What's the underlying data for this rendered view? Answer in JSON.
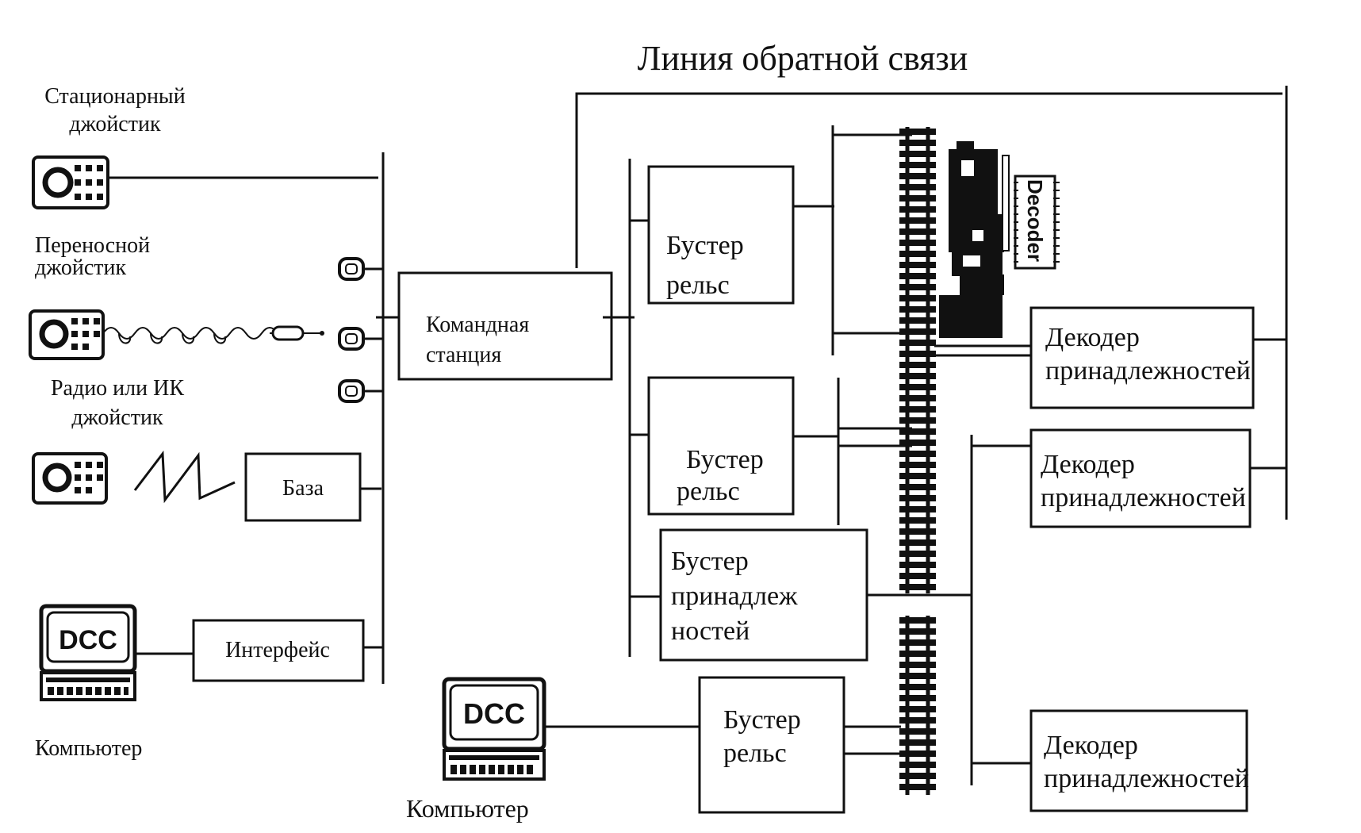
{
  "title": "Линия обратной связи",
  "left_devices": {
    "stationary": [
      "Стационарный",
      "джойстик"
    ],
    "portable": [
      "Переносной",
      "джойстик"
    ],
    "radio": [
      "Радио или ИК",
      "джойстик"
    ],
    "computer": "Компьютер"
  },
  "boxes": {
    "base": "База",
    "interface": "Интерфейс",
    "command_station": [
      "Командная",
      "станция"
    ],
    "booster1": [
      "Бустер",
      "рельс"
    ],
    "booster2": [
      "Бустер",
      "рельс"
    ],
    "booster_acc": [
      "Бустер",
      "принадлеж",
      "ностей"
    ],
    "booster3": [
      "Бустер",
      "рельс"
    ],
    "decoder1": [
      "Декодер",
      "принадлежностей"
    ],
    "decoder2": [
      "Декодер",
      "принадлежностей"
    ],
    "decoder3": [
      "Декодер",
      "принадлежностей"
    ]
  },
  "computer2": "Компьютер",
  "dcc_label": "DCC",
  "decoder_chip": "Decoder"
}
